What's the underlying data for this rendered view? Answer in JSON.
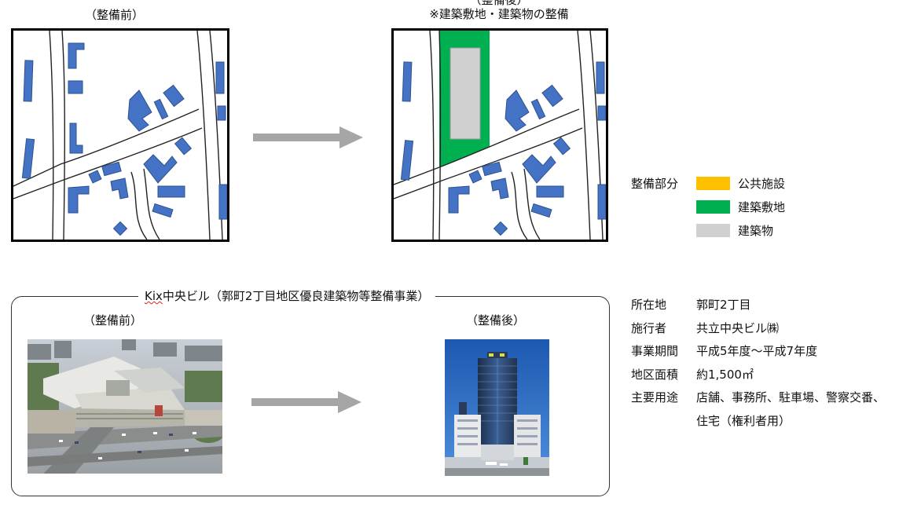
{
  "before_map": {
    "caption": "（整備前）"
  },
  "after_map": {
    "caption_line1": "（整備後）",
    "caption_line2": "※建築敷地・建築物の整備"
  },
  "legend": {
    "heading": "整備部分",
    "items": [
      {
        "label": "公共施設",
        "color": "#FFC000"
      },
      {
        "label": "建築敷地",
        "color": "#00B050"
      },
      {
        "label": "建築物",
        "color": "#D0D0D0"
      }
    ]
  },
  "colors": {
    "building": "#4472C4",
    "arrow": "#A6A6A6"
  },
  "project": {
    "title_kix": "Kix",
    "title_rest": "中央ビル（郭町2丁目地区優良建築物等整備事業）",
    "before_caption": "（整備前）",
    "after_caption": "（整備後）"
  },
  "info": {
    "rows": [
      {
        "key": "所在地",
        "value": "郭町2丁目"
      },
      {
        "key": "施行者",
        "value": "共立中央ビル㈱"
      },
      {
        "key": "事業期間",
        "value": "平成5年度～平成7年度"
      },
      {
        "key": "地区面積",
        "value": "約1,500㎡"
      },
      {
        "key": "主要用途",
        "value": "店舗、事務所、駐車場、警察交番、"
      },
      {
        "key": "",
        "value": "住宅（権利者用）"
      }
    ]
  }
}
